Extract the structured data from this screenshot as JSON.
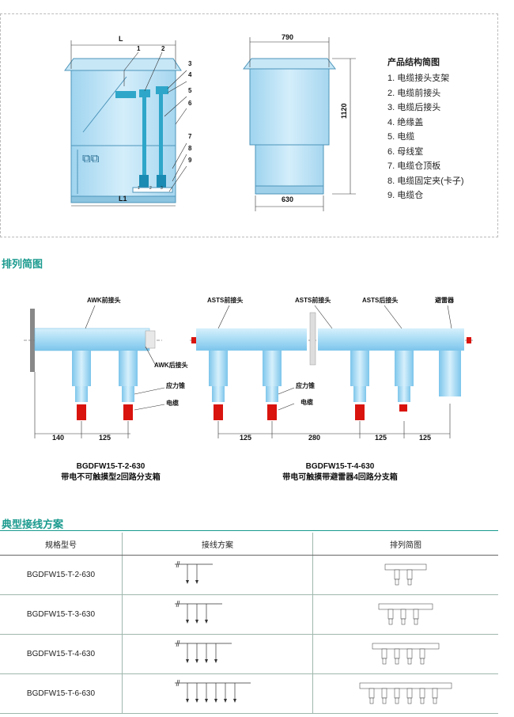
{
  "structure": {
    "dims": {
      "L": "L",
      "L1": "L1",
      "w790": "790",
      "h1120": "1120",
      "w630": "630"
    },
    "callouts": [
      "1",
      "2",
      "3",
      "4",
      "5",
      "6",
      "7",
      "8",
      "9"
    ],
    "legend_title": "产品结构简图",
    "legend": [
      "1. 电缆接头支架",
      "2. 电缆前接头",
      "3. 电缆后接头",
      "4. 绝缘盖",
      "5. 电缆",
      "6. 母线室",
      "7. 电缆仓顶板",
      "8. 电缆固定夹(卡子)",
      "9. 电缆仓"
    ],
    "clip_labels": [
      "1",
      "2",
      "3"
    ]
  },
  "arrangement": {
    "title": "排列简图",
    "left": {
      "labels": {
        "front": "AWK前接头",
        "rear": "AWK后接头",
        "cone": "应力锥",
        "cable": "电缆"
      },
      "dims": [
        "140",
        "125"
      ],
      "caption_model": "BGDFW15-T-2-630",
      "caption_desc": "带电不可触摸型2回路分支箱"
    },
    "right": {
      "labels": {
        "front1": "ASTS前接头",
        "front2": "ASTS前接头",
        "rear": "ASTS后接头",
        "arrester": "避雷器",
        "cone": "应力锥",
        "cable": "电缆"
      },
      "dims": [
        "125",
        "280",
        "125",
        "125"
      ],
      "caption_model": "BGDFW15-T-4-630",
      "caption_desc": "带电可触摸带避雷器4回路分支箱"
    }
  },
  "wiring": {
    "title": "典型接线方案",
    "headers": [
      "规格型号",
      "接线方案",
      "排列简图"
    ],
    "rows": [
      {
        "model": "BGDFW15-T-2-630",
        "circuits": 2
      },
      {
        "model": "BGDFW15-T-3-630",
        "circuits": 3
      },
      {
        "model": "BGDFW15-T-4-630",
        "circuits": 4
      },
      {
        "model": "BGDFW15-T-6-630",
        "circuits": 6
      }
    ]
  },
  "colors": {
    "cabinet": "#b9e1f5",
    "cabinet_edge": "#5aa7cc",
    "teal": "#1a9a8e",
    "cable_red": "#d9140e",
    "stand": "#2ea6c9"
  }
}
